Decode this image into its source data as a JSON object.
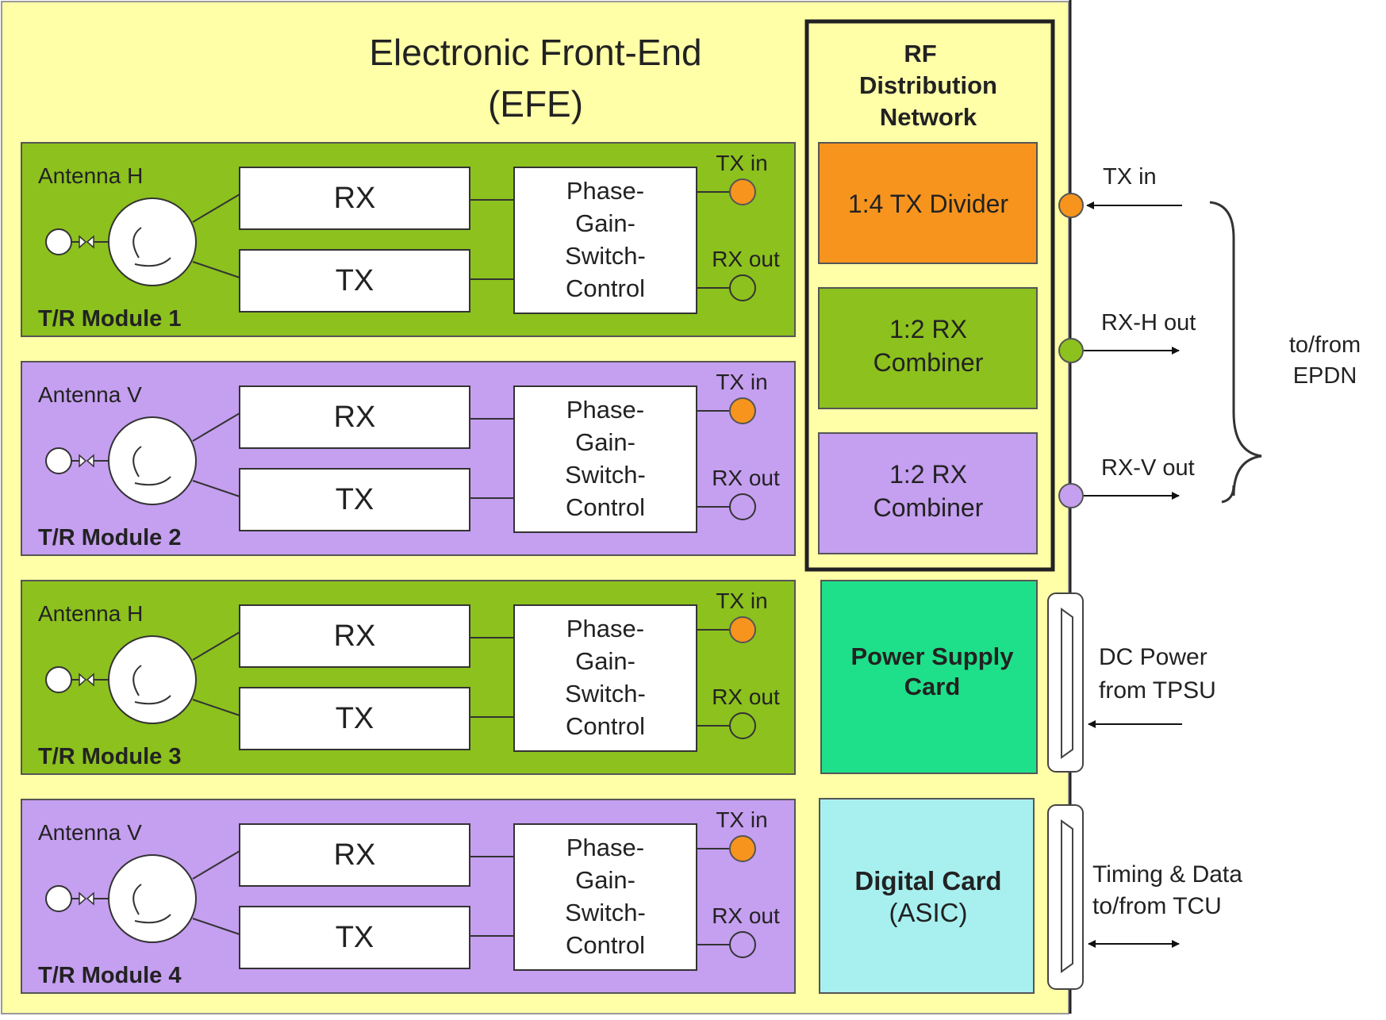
{
  "title": {
    "line1": "Electronic Front-End",
    "line2": "(EFE)"
  },
  "colors": {
    "background": "#ffffa8",
    "green": "#8cc11e",
    "purple": "#c59ff0",
    "orange": "#f7941d",
    "power": "#1fe08a",
    "digital": "#a8f0f0",
    "line": "#333333"
  },
  "modules": [
    {
      "antenna": "Antenna H",
      "name": "T/R Module 1",
      "rx": "RX",
      "tx": "TX",
      "control": [
        "Phase-",
        "Gain-",
        "Switch-",
        "Control"
      ],
      "tx_in": "TX in",
      "rx_out": "RX out",
      "color": "green"
    },
    {
      "antenna": "Antenna V",
      "name": "T/R Module 2",
      "rx": "RX",
      "tx": "TX",
      "control": [
        "Phase-",
        "Gain-",
        "Switch-",
        "Control"
      ],
      "tx_in": "TX in",
      "rx_out": "RX out",
      "color": "purple"
    },
    {
      "antenna": "Antenna H",
      "name": "T/R Module 3",
      "rx": "RX",
      "tx": "TX",
      "control": [
        "Phase-",
        "Gain-",
        "Switch-",
        "Control"
      ],
      "tx_in": "TX in",
      "rx_out": "RX out",
      "color": "green"
    },
    {
      "antenna": "Antenna V",
      "name": "T/R Module 4",
      "rx": "RX",
      "tx": "TX",
      "control": [
        "Phase-",
        "Gain-",
        "Switch-",
        "Control"
      ],
      "tx_in": "TX in",
      "rx_out": "RX out",
      "color": "purple"
    }
  ],
  "rf_network": {
    "title": [
      "RF",
      "Distribution",
      "Network"
    ],
    "tx_divider": "1:4 TX Divider",
    "rx_combiner_h": [
      "1:2 RX",
      "Combiner"
    ],
    "rx_combiner_v": [
      "1:2 RX",
      "Combiner"
    ]
  },
  "power_card": [
    "Power Supply",
    "Card"
  ],
  "digital_card": [
    "Digital Card",
    "(ASIC)"
  ],
  "external": {
    "tx_in": "TX in",
    "rx_h_out": "RX-H out",
    "rx_v_out": "RX-V out",
    "epdn": [
      "to/from",
      "EPDN"
    ],
    "dc_power": [
      "DC Power",
      "from TPSU"
    ],
    "timing": [
      "Timing & Data",
      "to/from TCU"
    ]
  }
}
